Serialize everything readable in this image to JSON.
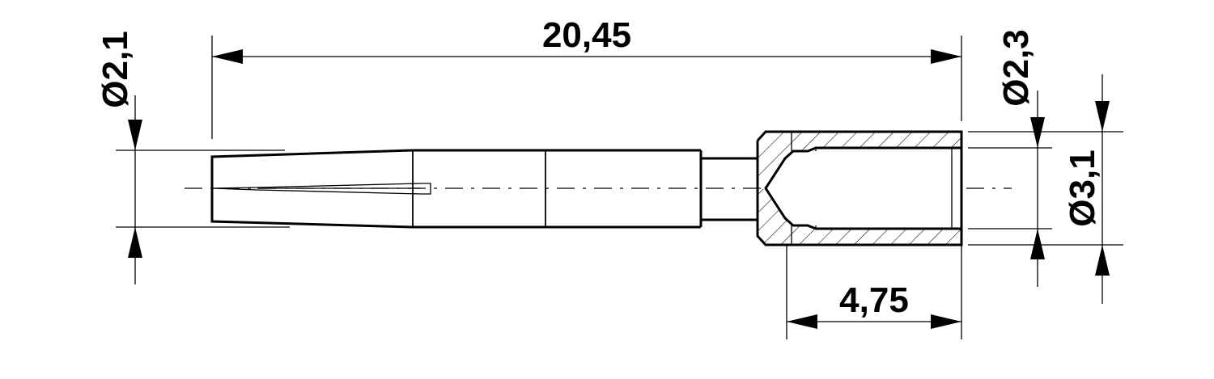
{
  "dimensions": {
    "overall_length": "20,45",
    "sleeve_length": "4,75",
    "pin_diameter": "Ø2,1",
    "bore_diameter": "Ø2,3",
    "sleeve_diameter": "Ø3,1"
  },
  "colors": {
    "line": "#000000",
    "background": "#ffffff"
  }
}
